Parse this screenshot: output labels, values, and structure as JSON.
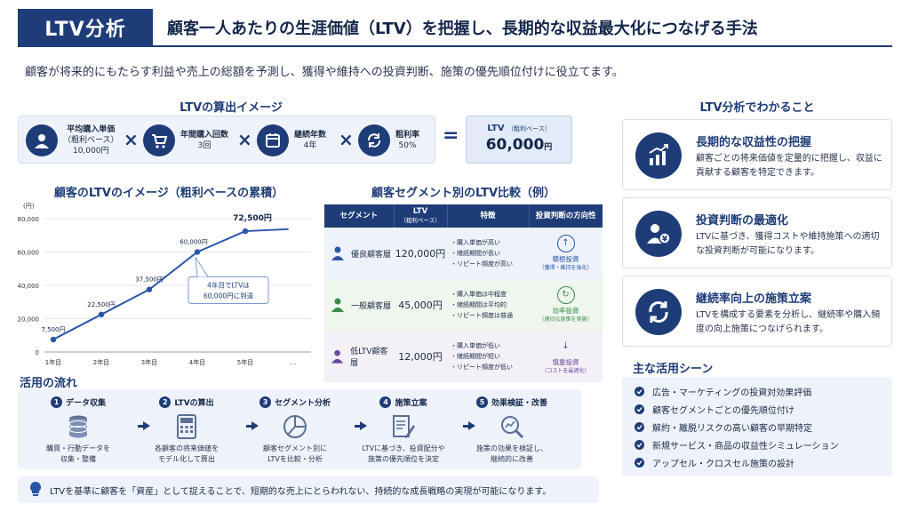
{
  "header": {
    "badge": "LTV分析",
    "title": "顧客一人あたりの生涯価値（LTV）を把握し、長期的な収益最大化につなげる手法",
    "subtitle": "顧客が将来的にもたらす利益や売上の総額を予測し、獲得や維持への投資判断、施策の優先順位付けに役立てます。"
  },
  "formula": {
    "heading": "LTVの算出イメージ",
    "items": [
      {
        "label": "平均購入単価",
        "sub": "（粗利ベース）",
        "value": "10,000円"
      },
      {
        "label": "年間購入回数",
        "value": "3回"
      },
      {
        "label": "継続年数",
        "value": "4年"
      },
      {
        "label": "粗利率",
        "value": "50%"
      }
    ],
    "times": "×",
    "equals": "=",
    "result_label": "LTV",
    "result_sub": "（粗利ベース）",
    "result_value": "60,000",
    "result_unit": "円"
  },
  "chart_data": {
    "type": "line",
    "title": "顧客のLTVのイメージ（粗利ベースの累積）",
    "ylabel": "(円)",
    "categories": [
      "1年目",
      "2年目",
      "3年目",
      "4年目",
      "5年目",
      "…"
    ],
    "values": [
      7500,
      22500,
      37500,
      60000,
      72500
    ],
    "point_labels": [
      "7,500円",
      "22,500円",
      "37,500円",
      "60,000円",
      "72,500円"
    ],
    "yticks": [
      "0",
      "20,000",
      "40,000",
      "60,000",
      "80,000"
    ],
    "ylim": [
      0,
      80000
    ],
    "callout": [
      "4年目でLTVは",
      "60,000円に到達"
    ]
  },
  "segments": {
    "heading": "顧客セグメント別のLTV比較（例）",
    "headers": [
      "セグメント",
      "LTV",
      "（粗利ベース）",
      "特徴",
      "投資判断の方向性"
    ],
    "rows": [
      {
        "name": "優良顧客層",
        "ltv": "120,000円",
        "features": [
          "・購入単価が高い",
          "・継続期間が長い",
          "・リピート頻度が高い"
        ],
        "direction": "積極投資",
        "direction_sub": "（獲得・維持を強化）",
        "color": "#2a56a8"
      },
      {
        "name": "一般顧客層",
        "ltv": "45,000円",
        "features": [
          "・購入単価は中程度",
          "・継続期間は平均的",
          "・リピート頻度は普通"
        ],
        "direction": "効率投資",
        "direction_sub": "（適切な施策を実施）",
        "color": "#3e8a4a"
      },
      {
        "name": "低LTV顧客層",
        "ltv": "12,000円",
        "features": [
          "・購入単価が低い",
          "・継続期間が短い",
          "・リピート頻度が低い"
        ],
        "direction": "慎重投資",
        "direction_sub": "（コストを最適化）",
        "color": "#6a4a9c"
      }
    ]
  },
  "insights": {
    "heading": "LTV分析でわかること",
    "cards": [
      {
        "title": "長期的な収益性の把握",
        "desc": "顧客ごとの将来価値を定量的に把握し、収益に貢献する顧客を特定できます。"
      },
      {
        "title": "投資判断の最適化",
        "desc": "LTVに基づき、獲得コストや維持施策への適切な投資判断が可能になります。"
      },
      {
        "title": "継続率向上の施策立案",
        "desc": "LTVを構成する要素を分析し、継続率や購入頻度の向上施策につなげられます。"
      }
    ]
  },
  "uses": {
    "heading": "主な活用シーン",
    "items": [
      "広告・マーケティングの投資対効果評価",
      "顧客セグメントごとの優先順位付け",
      "解約・離脱リスクの高い顧客の早期特定",
      "新規サービス・商品の収益性シミュレーション",
      "アップセル・クロスセル施策の設計"
    ]
  },
  "flow": {
    "heading": "活用の流れ",
    "steps": [
      {
        "num": "1",
        "title": "データ収集",
        "desc": [
          "購買・行動データを",
          "収集・整備"
        ]
      },
      {
        "num": "2",
        "title": "LTVの算出",
        "desc": [
          "各顧客の将来価値を",
          "モデル化して算出"
        ]
      },
      {
        "num": "3",
        "title": "セグメント分析",
        "desc": [
          "顧客セグメント別に",
          "LTVを比較・分析"
        ]
      },
      {
        "num": "4",
        "title": "施策立案",
        "desc": [
          "LTVに基づき、投資配分や",
          "施策の優先順位を決定"
        ]
      },
      {
        "num": "5",
        "title": "効果検証・改善",
        "desc": [
          "施策の効果を検証し、",
          "継続的に改善"
        ]
      }
    ]
  },
  "note": "LTVを基準に顧客を「資産」として捉えることで、短期的な売上にとらわれない、持続的な成長戦略の実現が可能になります。"
}
